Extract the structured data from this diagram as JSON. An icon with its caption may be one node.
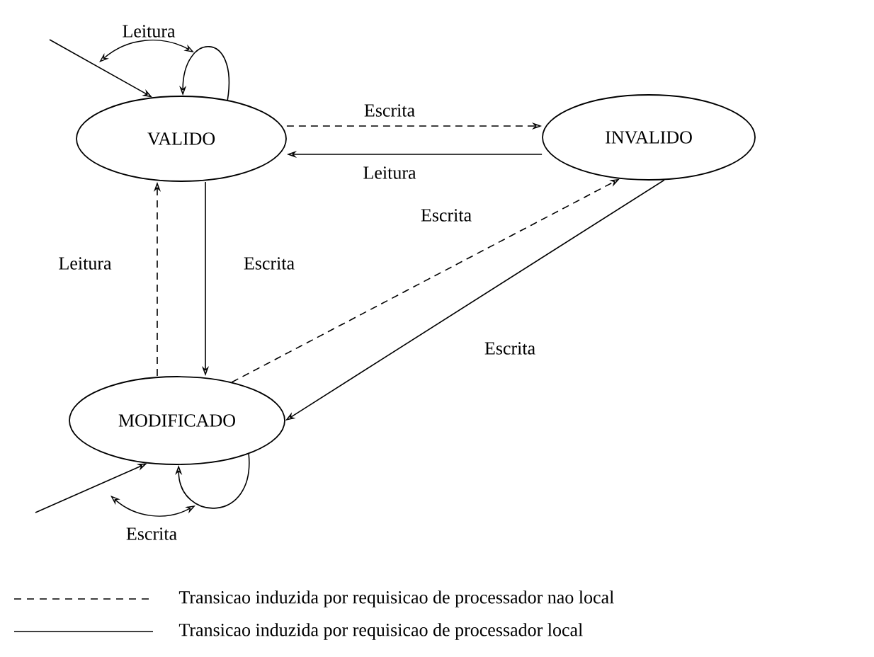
{
  "diagram": {
    "nodes": [
      {
        "text": [
          "VALIDO"
        ]
      },
      {
        "text": [
          "INVALIDO"
        ]
      },
      {
        "text": [
          "MODIFICADO"
        ]
      }
    ],
    "edges": [
      {
        "from": null,
        "to": 0,
        "arrow": "to"
      },
      {
        "from": 0,
        "to": 0,
        "arrow": "to",
        "label": "Leitura"
      },
      {
        "from": 0,
        "to": 1,
        "arrow": "to",
        "label": "Escrita",
        "style": "dashed"
      },
      {
        "from": 1,
        "to": 0,
        "arrow": "to",
        "label": "Leitura"
      },
      {
        "from": 2,
        "to": 0,
        "arrow": "to",
        "label": "Leitura",
        "style": "dashed"
      },
      {
        "from": 0,
        "to": 2,
        "arrow": "to",
        "label": "Escrita"
      },
      {
        "from": 2,
        "to": 1,
        "arrow": "to",
        "label": "Escrita",
        "style": "dashed"
      },
      {
        "from": 1,
        "to": 2,
        "arrow": "to",
        "label": "Escrita"
      },
      {
        "from": null,
        "to": 2,
        "arrow": "to"
      },
      {
        "from": 2,
        "to": 2,
        "arrow": "to",
        "label": "Escrita"
      }
    ],
    "legend": [
      {
        "text": "Transicao induzida por requisicao de processador nao local"
      },
      {
        "text": "Transicao induzida por requisicao de processador local"
      }
    ]
  }
}
